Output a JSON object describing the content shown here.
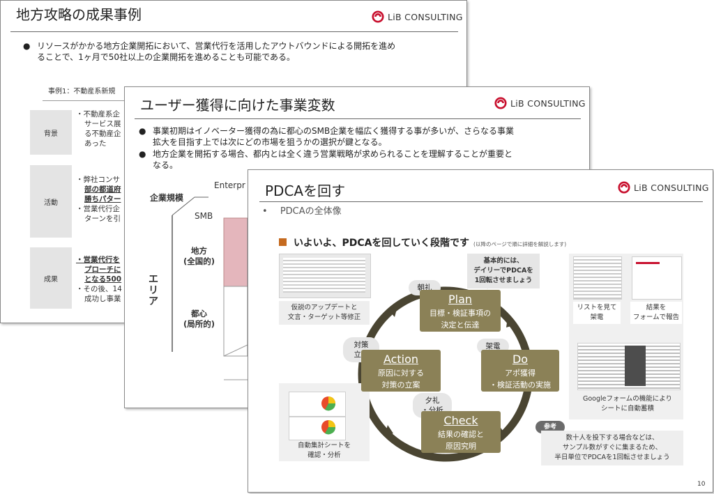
{
  "brand": {
    "name": "LiB CONSULTING",
    "color": "#c8102e"
  },
  "slide1": {
    "title": "地方攻略の成果事例",
    "bullet_line1": "リソースがかかる地方企業開拓において、営業代行を活用したアウトバウンドによる開拓を進め",
    "bullet_line2": "ることで、1ヶ月で50社以上の企業開拓を進めることも可能である。",
    "case_label": "事例1：不動産系新規",
    "rows": [
      {
        "label": "背景",
        "lines": [
          "・不動産系企",
          "サービス展",
          "る不動産企",
          "あった"
        ]
      },
      {
        "label": "活動",
        "lines": [
          "・弊社コンサ",
          "部の都道府",
          "勝ちパター",
          "・営業代行企",
          "ターンを引"
        ]
      },
      {
        "label": "成果",
        "lines": [
          "・営業代行を",
          "プローチに",
          "となる500",
          "・その後、14",
          "成功し事業"
        ]
      }
    ]
  },
  "slide2": {
    "title": "ユーザー獲得に向けた事業変数",
    "bullets": [
      [
        "事業初期はイノベーター獲得の為に都心のSMB企業を幅広く獲得する事が多いが、さらなる事業",
        "拡大を目指す上では次にどの市場を狙うかの選択が鍵となる。"
      ],
      [
        "地方企業を開拓する場合、都内とは全く違う営業戦略が求められることを理解することが重要と",
        "なる。"
      ]
    ],
    "axis_company": "企業規模",
    "enterprise": "Enterpr",
    "smb": "SMB",
    "area": "エリア",
    "region1_a": "地方",
    "region1_b": "(全国的)",
    "region2_a": "都心",
    "region2_b": "(局所的)"
  },
  "slide3": {
    "title": "PDCAを回す",
    "subbullet": "PDCAの全体像",
    "heading": "いよいよ、PDCAを回していく段階です",
    "heading_note": "(以降のページで順に詳細を解説します)",
    "accent": "#c56a1f",
    "phase_color": "#8b8157",
    "phases": {
      "plan": {
        "name": "Plan",
        "line1": "目標・検証事項の",
        "line2": "決定と伝達"
      },
      "do": {
        "name": "Do",
        "line1": "アポ獲得",
        "line2": "・検証活動の実施"
      },
      "check": {
        "name": "Check",
        "line1": "結果の確認と",
        "line2": "原因究明"
      },
      "action": {
        "name": "Action",
        "line1": "原因に対する",
        "line2": "対策の立案"
      }
    },
    "pills": {
      "morning": "朝礼",
      "call": "架電",
      "evening_1": "夕礼",
      "evening_2": "・分析",
      "taisaku_1": "対策",
      "taisaku_2": "立案"
    },
    "callout": [
      "基本的には、",
      "デイリーでPDCAを",
      "1回転させましょう"
    ],
    "captions": {
      "hypothesis": [
        "仮説のアップデートと",
        "文言・ターゲット等修正"
      ],
      "list_call": [
        "リストを見て",
        "架電"
      ],
      "report": [
        "結果を",
        "フォームで報告"
      ],
      "google": [
        "Googleフォームの機能により",
        "シートに自動蓄積"
      ],
      "auto_sheet": [
        "自動集計シートを",
        "確認・分析"
      ]
    },
    "ref_badge": "参考",
    "ref_text": [
      "数十人を投下する場合などは、",
      "サンプル数がすぐに集まるため、",
      "半日単位でPDCAを1回転させましょう"
    ],
    "page_number": "10"
  }
}
